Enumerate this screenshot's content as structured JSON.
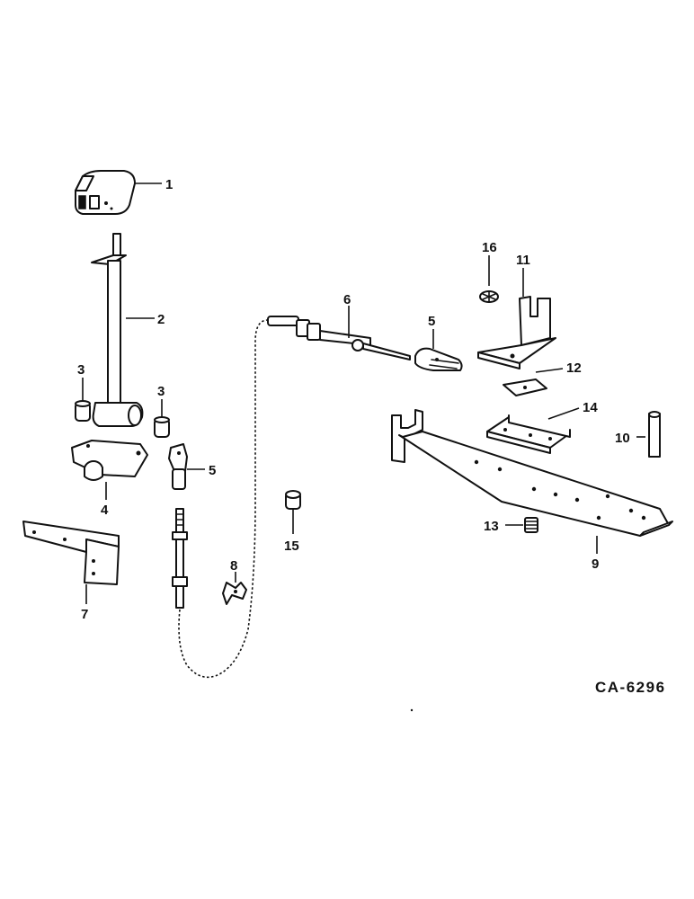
{
  "callouts": {
    "c1": "1",
    "c2": "2",
    "c3a": "3",
    "c3b": "3",
    "c4": "4",
    "c5a": "5",
    "c5b": "5",
    "c6": "6",
    "c7": "7",
    "c8": "8",
    "c9": "9",
    "c10": "10",
    "c11": "11",
    "c12": "12",
    "c13": "13",
    "c14": "14",
    "c15": "15",
    "c16": "16"
  },
  "drawing_code": "CA-6296"
}
